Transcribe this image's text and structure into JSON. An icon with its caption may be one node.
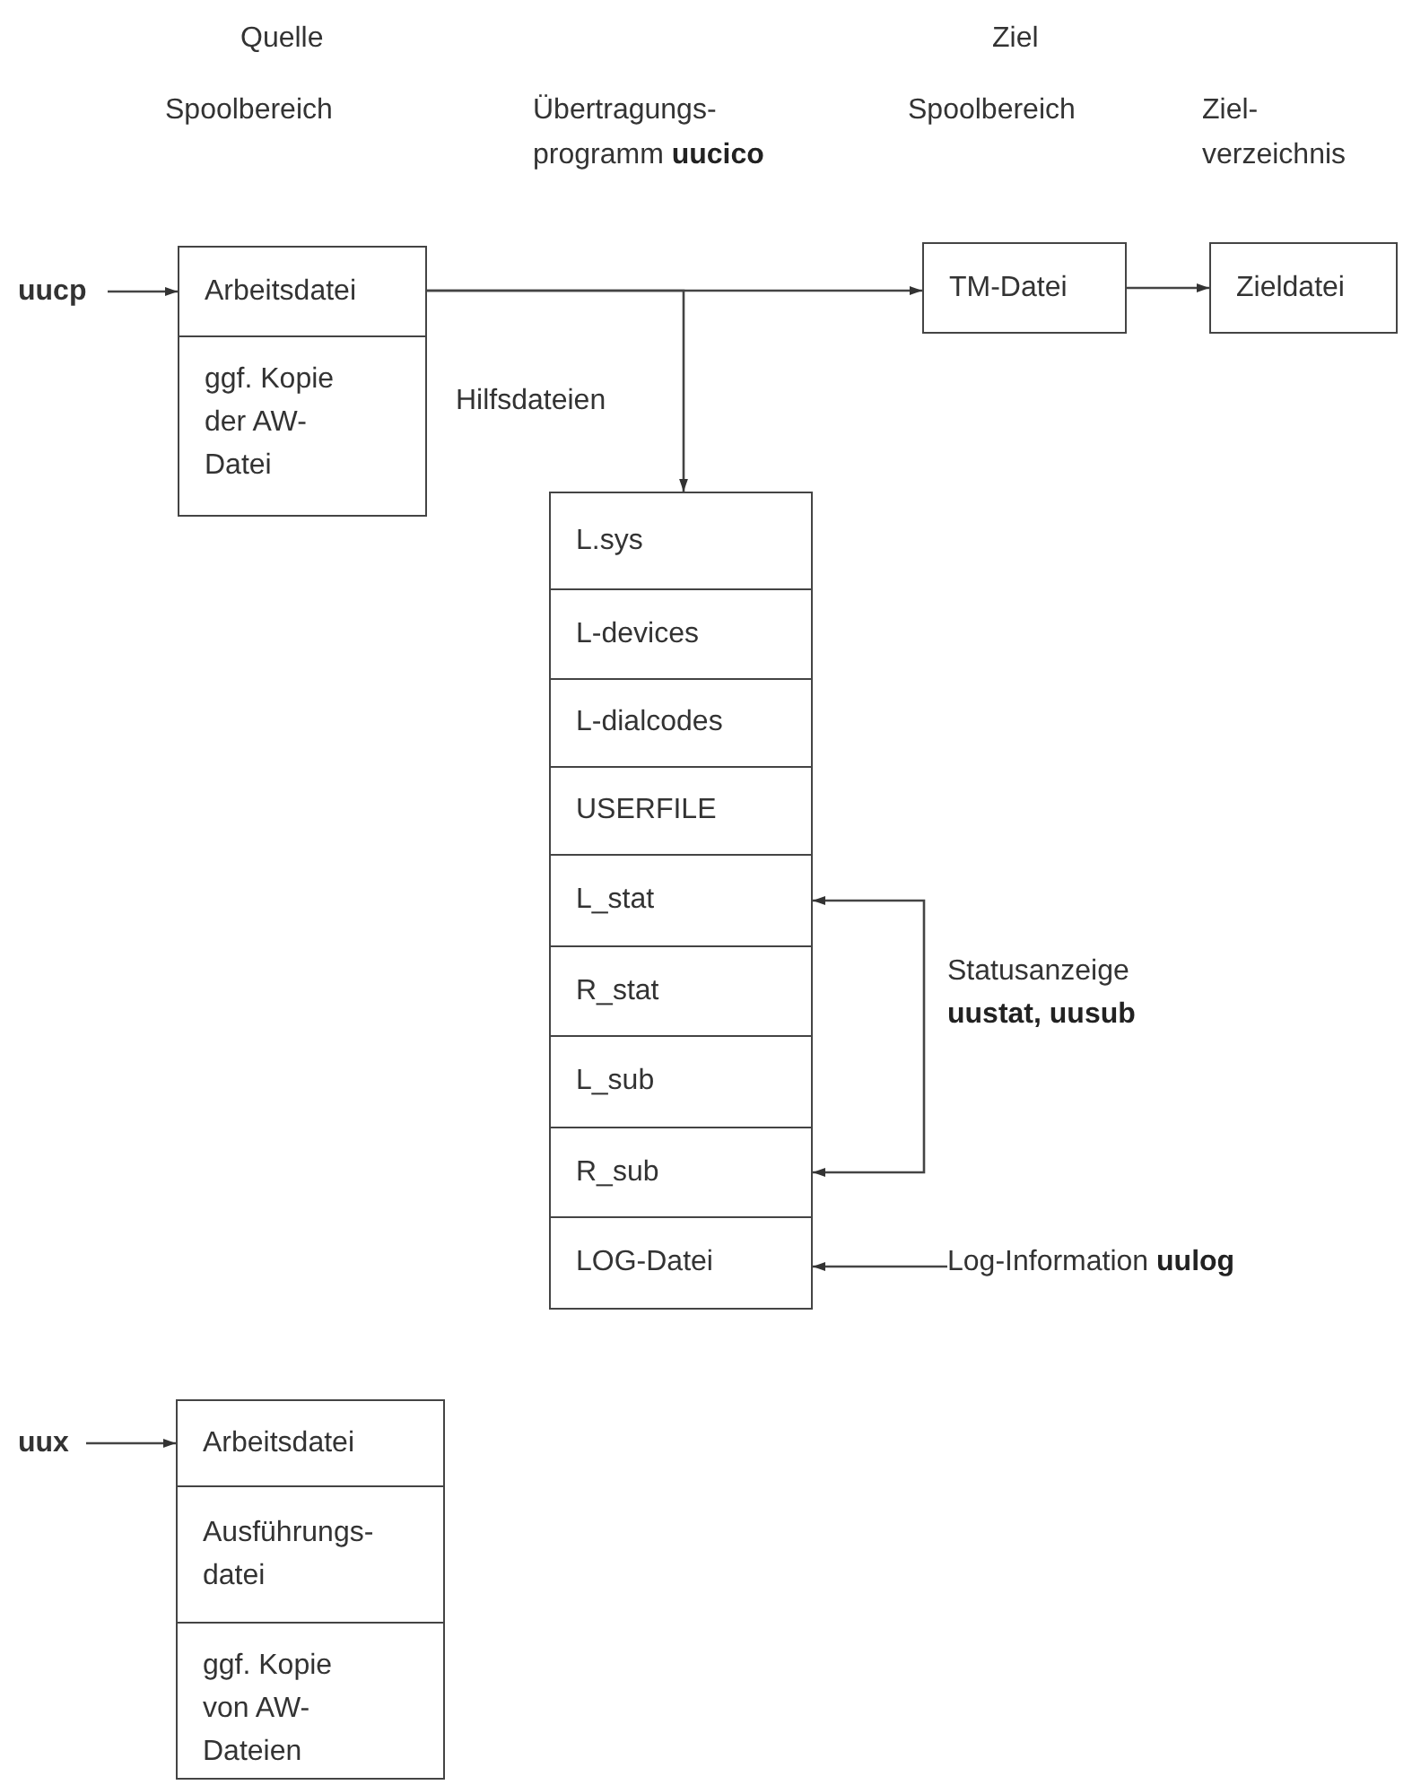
{
  "diagram": {
    "nodes": [
      {
        "text": [
          "uucp"
        ]
      },
      {
        "text": [
          "Arbeitsdatei"
        ]
      },
      {
        "text": [
          "ggf. Kopie der AW- Datei"
        ]
      },
      {
        "text": [
          "TM-Datei"
        ]
      },
      {
        "text": [
          "Zieldatei"
        ]
      },
      {
        "text": [
          "L.sys"
        ]
      },
      {
        "text": [
          "L-devices"
        ]
      },
      {
        "text": [
          "L-dialcodes"
        ]
      },
      {
        "text": [
          "USERFILE"
        ]
      },
      {
        "text": [
          "L_stat"
        ]
      },
      {
        "text": [
          "R_stat"
        ]
      },
      {
        "text": [
          "L_sub"
        ]
      },
      {
        "text": [
          "R_sub"
        ]
      },
      {
        "text": [
          "LOG-Datei"
        ]
      },
      {
        "text": [
          "Log-Information **uulog**"
        ]
      },
      {
        "text": [
          "uux"
        ]
      },
      {
        "text": [
          "Arbeitsdatei"
        ]
      },
      {
        "text": [
          "Ausführungs- datei"
        ]
      },
      {
        "text": [
          "ggf. Kopie von AW- Dateien"
        ]
      }
    ],
    "edges": [
      {
        "from": 0,
        "to": 1,
        "arrow": "to"
      },
      {
        "from": 1,
        "to": 3,
        "arrow": "to"
      },
      {
        "from": 1,
        "to": 5,
        "arrow": "to",
        "label": "Hilfsdateien"
      },
      {
        "from": 3,
        "to": 4,
        "arrow": "to"
      },
      {
        "from": 9,
        "to": 12,
        "arrow": "both",
        "label": "Statusanzeige **uustat, uusub**"
      },
      {
        "from": 14,
        "to": 13,
        "arrow": "to"
      },
      {
        "from": 15,
        "to": 16,
        "arrow": "to"
      }
    ],
    "labels": [
      "Quelle",
      "Spoolbereich",
      "Übertragungs- programm **uucico**",
      "Ziel",
      "Spoolbereich",
      "Ziel- verzeichnis"
    ]
  }
}
